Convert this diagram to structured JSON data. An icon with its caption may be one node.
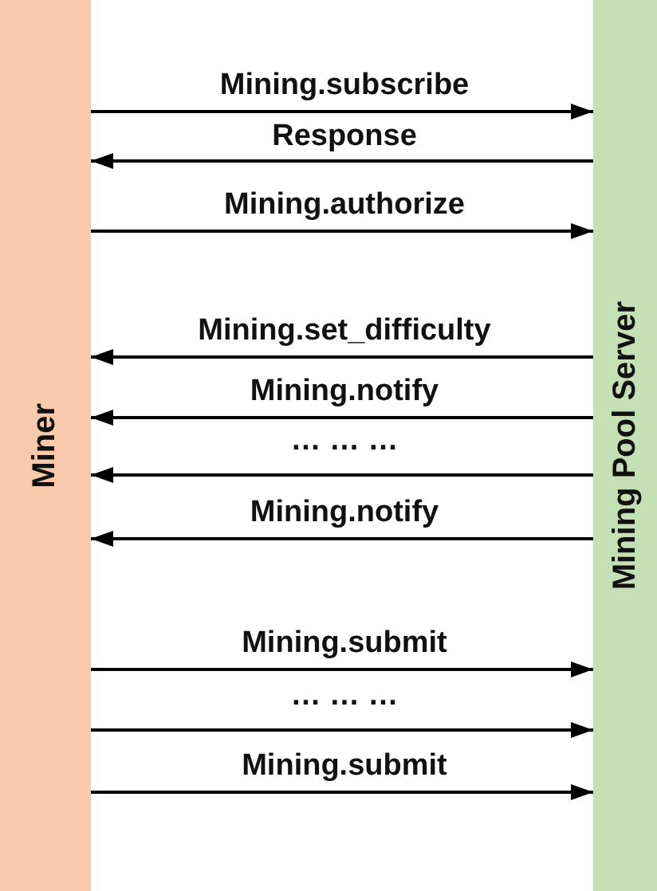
{
  "diagram": {
    "nodes": [
      {
        "text": [
          "Miner"
        ]
      },
      {
        "text": [
          "Mining Pool Server"
        ]
      }
    ],
    "edges": [
      {
        "from": 0,
        "to": 1,
        "arrow": "to",
        "label": "Mining.subscribe"
      },
      {
        "from": 1,
        "to": 0,
        "arrow": "to",
        "label": "Response"
      },
      {
        "from": 0,
        "to": 1,
        "arrow": "to",
        "label": "Mining.authorize"
      },
      {
        "from": 1,
        "to": 0,
        "arrow": "to",
        "label": "Mining.set_difficulty"
      },
      {
        "from": 1,
        "to": 0,
        "arrow": "to",
        "label": "Mining.notify"
      },
      {
        "from": 1,
        "to": 0,
        "arrow": "to",
        "label": "… … …"
      },
      {
        "from": 1,
        "to": 0,
        "arrow": "to",
        "label": "Mining.notify"
      },
      {
        "from": 0,
        "to": 1,
        "arrow": "to",
        "label": "Mining.submit"
      },
      {
        "from": 0,
        "to": 1,
        "arrow": "to",
        "label": "… … …"
      },
      {
        "from": 0,
        "to": 1,
        "arrow": "to",
        "label": "Mining.submit"
      }
    ]
  }
}
